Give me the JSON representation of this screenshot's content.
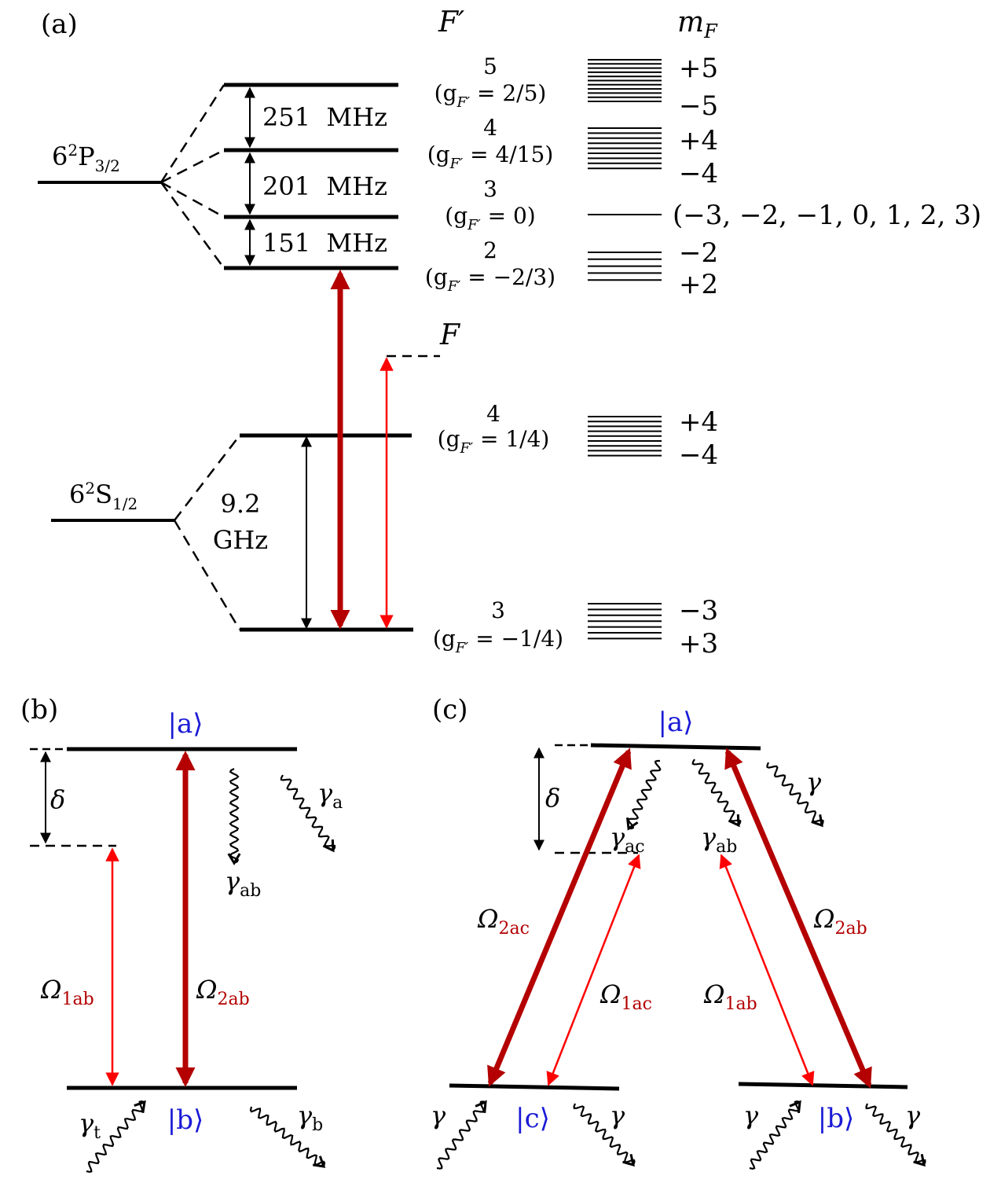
{
  "panel_a": {
    "label": "(a)",
    "upper_state": {
      "term": "6",
      "sup": "2",
      "P": "P",
      "sub": "3/2"
    },
    "lower_state": {
      "term": "6",
      "sup": "2",
      "P": "S",
      "sub": "1/2"
    },
    "header_Fprime": "F′",
    "header_mF": "m",
    "header_mF_sub": "F",
    "header_F": "F",
    "splittings": [
      "251  MHz",
      "201  MHz",
      "151  MHz"
    ],
    "ground_splitting_1": "9.2",
    "ground_splitting_2": "GHz",
    "levels": [
      {
        "F": "5",
        "g": "(g",
        "gval": " = 2/5)",
        "mtop": "+5",
        "mbot": "−5"
      },
      {
        "F": "4",
        "g": "(g",
        "gval": " = 4/15)",
        "mtop": "+4",
        "mbot": "−4"
      },
      {
        "F": "3",
        "g": "(g",
        "gval": " = 0)",
        "mtop": "(−3, −2, −1, 0, 1, 2, 3)",
        "mbot": ""
      },
      {
        "F": "2",
        "g": "(g",
        "gval": " = −2/3)",
        "mtop": "−2",
        "mbot": "+2"
      },
      {
        "F": "4",
        "g": "(g",
        "gval": " = 1/4)",
        "mtop": "+4",
        "mbot": "−4"
      },
      {
        "F": "3",
        "g": "(g",
        "gval": " = −1/4)",
        "mtop": "−3",
        "mbot": "+3"
      }
    ],
    "g_sub": "F′"
  },
  "panel_b": {
    "label": "(b)",
    "state_a": "|a⟩",
    "state_b": "|b⟩",
    "delta": "δ",
    "gamma": "γ",
    "gamma_a_sub": "a",
    "gamma_ab_sub": "ab",
    "gamma_t_sub": "t",
    "gamma_b_sub": "b",
    "omega": "Ω",
    "omega1_sub": "1ab",
    "omega2_sub": "2ab"
  },
  "panel_c": {
    "label": "(c)",
    "state_a": "|a⟩",
    "state_b": "|b⟩",
    "state_c": "|c⟩",
    "delta": "δ",
    "gamma": "γ",
    "gamma_ac_sub": "ac",
    "gamma_ab_sub": "ab",
    "omega": "Ω",
    "omega_2ac_sub": "2ac",
    "omega_1ac_sub": "1ac",
    "omega_1ab_sub": "1ab",
    "omega_2ab_sub": "2ab"
  },
  "colors": {
    "dark_red": "#b40000",
    "red": "#ff0000",
    "blue": "#1a1ad6",
    "black": "#000000"
  }
}
